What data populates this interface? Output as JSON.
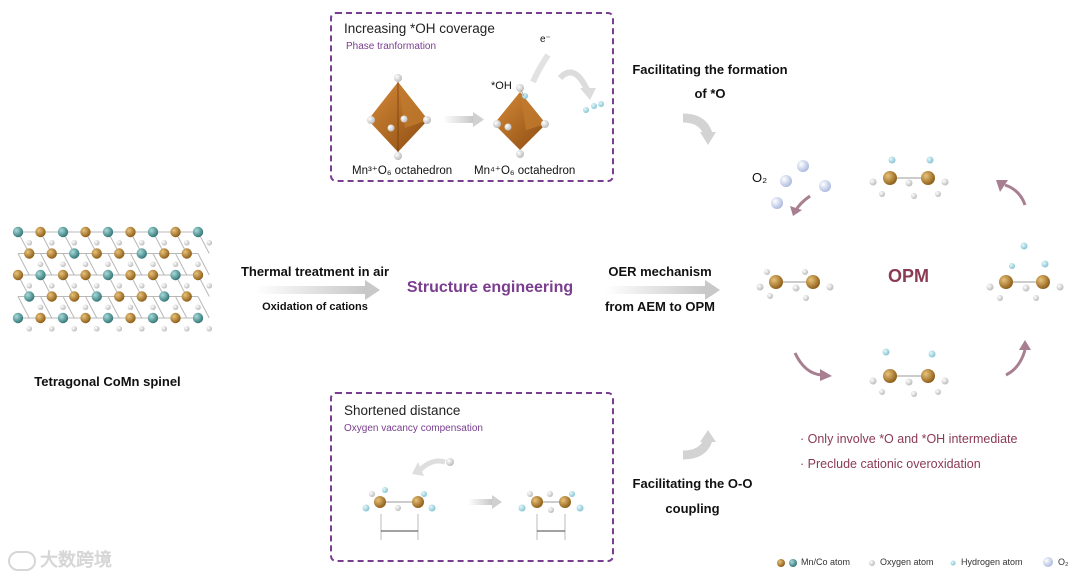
{
  "top_box": {
    "title": "Increasing *OH coverage",
    "subtitle": "Phase tranformation",
    "electron_label": "e⁻",
    "oh_label": "*OH",
    "left_caption": "Mn³⁺O₆ octahedron",
    "right_caption": "Mn⁴⁺O₆ octahedron"
  },
  "bottom_box": {
    "title": "Shortened distance",
    "subtitle": "Oxygen vacancy compensation"
  },
  "left": {
    "caption": "Tetragonal CoMn spinel",
    "treatment_title": "Thermal treatment in air",
    "treatment_sub": "Oxidation of cations"
  },
  "center": {
    "structure_label": "Structure engineering",
    "oer_line1": "OER mechanism",
    "oer_line2": "from AEM to OPM",
    "top_line1": "Facilitating the formation",
    "top_line2": "of *O",
    "bottom_line1": "Facilitating the O-O",
    "bottom_line2": "coupling"
  },
  "cycle": {
    "center_label": "OPM",
    "o2_label": "O₂",
    "bullet1": "· Only involve *O and *OH intermediate",
    "bullet2": "· Preclude cationic overoxidation"
  },
  "legend": {
    "metal": "Mn/Co atom",
    "oxygen": "Oxygen atom",
    "hydrogen": "Hydrogen atom",
    "o2": "O₂"
  },
  "watermark": "大数跨境",
  "colors": {
    "mn_atom": "#a8782a",
    "co_atom": "#4f9a9a",
    "oxygen_atom": "#e8e8e8",
    "hydrogen_atom": "#a9dbe6",
    "o2_bubble": "#c9d3ea",
    "accent_purple": "#7a3d8f",
    "accent_wine": "#8a3a52",
    "octahedron": "#b8661c"
  }
}
